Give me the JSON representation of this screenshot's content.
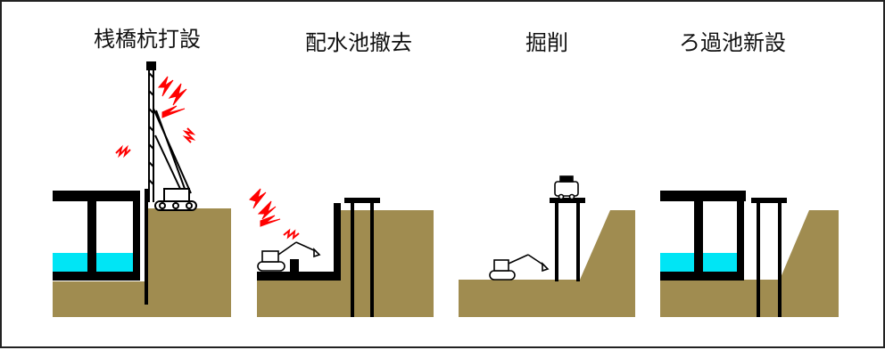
{
  "stages": [
    {
      "id": "pile-driving",
      "title": "桟橋杭打設"
    },
    {
      "id": "tank-removal",
      "title": "配水池撤去"
    },
    {
      "id": "excavation",
      "title": "掘削"
    },
    {
      "id": "filter-construction",
      "title": "ろ過池新設"
    }
  ],
  "colors": {
    "soil": "#a08c50",
    "water": "#00e5f5",
    "structure": "#000000",
    "vibration": "#ff0000"
  },
  "icons": [
    "pile-driver-icon",
    "excavator-icon",
    "truck-icon",
    "vibration-icon"
  ]
}
